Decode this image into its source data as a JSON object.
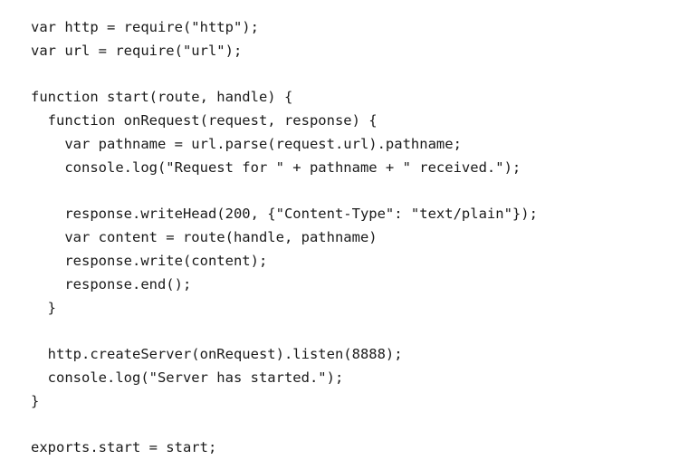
{
  "editor": {
    "language": "javascript",
    "background_color": "#ffffff",
    "text_color": "#1a1a1a",
    "lines": [
      "var http = require(\"http\");",
      "var url = require(\"url\");",
      "",
      "function start(route, handle) {",
      "  function onRequest(request, response) {",
      "    var pathname = url.parse(request.url).pathname;",
      "    console.log(\"Request for \" + pathname + \" received.\");",
      "",
      "    response.writeHead(200, {\"Content-Type\": \"text/plain\"});",
      "    var content = route(handle, pathname)",
      "    response.write(content);",
      "    response.end();",
      "  }",
      "",
      "  http.createServer(onRequest).listen(8888);",
      "  console.log(\"Server has started.\");",
      "}",
      "",
      "exports.start = start;"
    ]
  }
}
